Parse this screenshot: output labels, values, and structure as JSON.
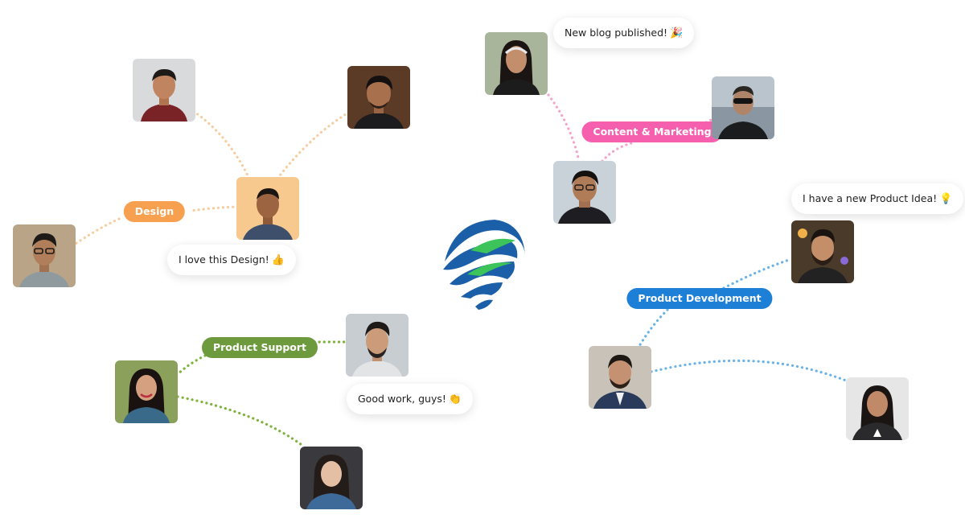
{
  "colors": {
    "design": "#F7A04F",
    "design_line": "#F5CDA0",
    "content_marketing": "#F55FAE",
    "content_line": "#F3A3CC",
    "product_support": "#6E9A3E",
    "support_line": "#7DB33A",
    "product_development": "#1E7FD6",
    "development_line": "#6BB3E6",
    "logo_blue": "#1B5FA8",
    "logo_green": "#3CC45A"
  },
  "groups": {
    "design": {
      "label": "Design",
      "bubble": {
        "text": "I love this Design!",
        "emoji": "👍",
        "emoji_name": "thumbs-up-icon"
      }
    },
    "content_marketing": {
      "label": "Content & Marketing",
      "bubble": {
        "text": "New blog published!",
        "emoji": "🎉",
        "emoji_name": "party-popper-icon"
      }
    },
    "product_support": {
      "label": "Product Support",
      "bubble": {
        "text": "Good work, guys!",
        "emoji": "👏",
        "emoji_name": "clapping-hands-icon"
      }
    },
    "product_development": {
      "label": "Product Development",
      "bubble": {
        "text": "I have a new Product Idea!",
        "emoji": "💡",
        "emoji_name": "light-bulb-icon"
      }
    }
  },
  "logo": {
    "icon": "globe-swirl-logo"
  }
}
